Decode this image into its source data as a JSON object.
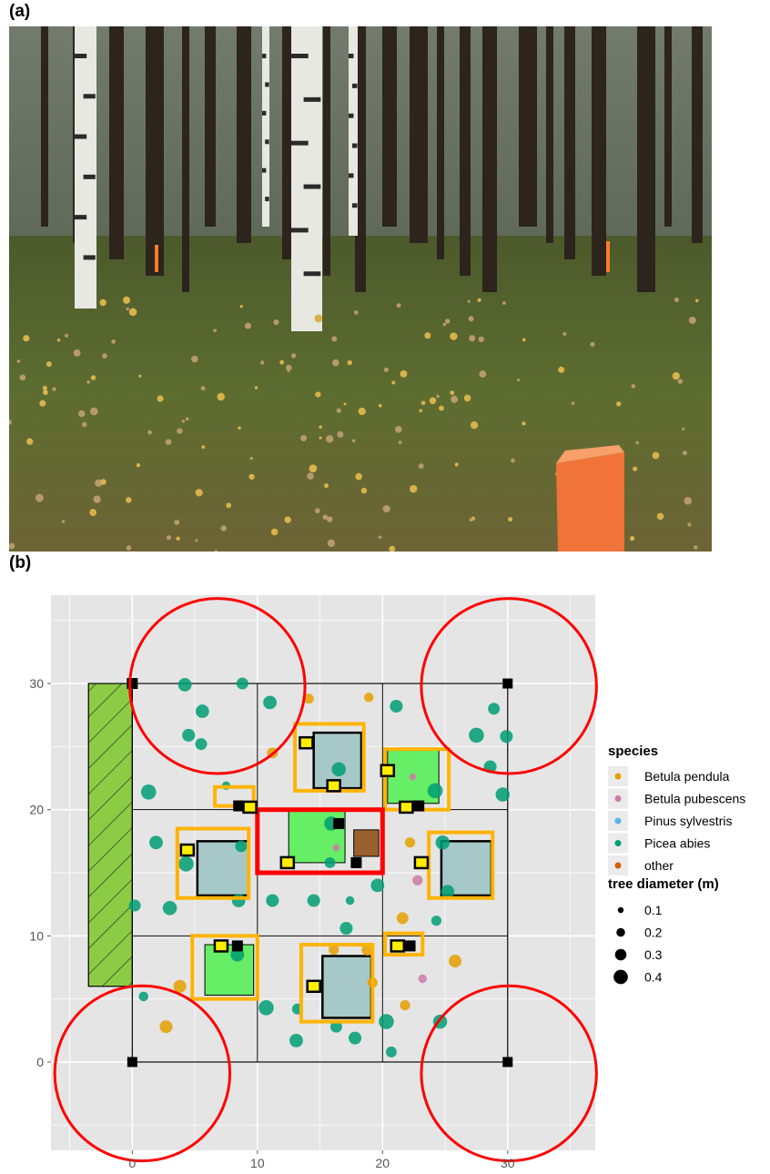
{
  "panels": {
    "a_label": "(a)",
    "b_label": "(b)"
  },
  "photo": {
    "subject": "spruce-birch forest plot with orange marker post"
  },
  "colors": {
    "panel_bg": "#e5e5e5",
    "grid": "#ffffff",
    "betula_pendula": "#e69f00",
    "betula_pubescens": "#cc79a7",
    "pinus_sylvestris": "#56b4e9",
    "picea_abies": "#009e73",
    "other": "#d55e00",
    "yellow_frame": "#ffb400",
    "red": "#ff0000",
    "light_green": "#66ee66",
    "blue_grey": "#a7c8c8",
    "hatched_green": "#8ccc44",
    "brown": "#9a6030"
  },
  "chart_data": {
    "type": "scatter",
    "title": "",
    "xlabel": "",
    "ylabel": "",
    "xlim": [
      -6.5,
      37
    ],
    "ylim": [
      -7,
      37
    ],
    "xticks": [
      0,
      10,
      20,
      30
    ],
    "yticks": [
      0,
      10,
      20,
      30
    ],
    "grid": true,
    "legend_position": "right",
    "legend": {
      "species_title": "species",
      "species": [
        {
          "name": "Betula pendula",
          "color_key": "betula_pendula"
        },
        {
          "name": "Betula pubescens",
          "color_key": "betula_pubescens"
        },
        {
          "name": "Pinus sylvestris",
          "color_key": "pinus_sylvestris"
        },
        {
          "name": "Picea abies",
          "color_key": "picea_abies"
        },
        {
          "name": "other",
          "color_key": "other"
        }
      ],
      "size_title": "tree diameter  (m)",
      "sizes": [
        0.1,
        0.2,
        0.3,
        0.4
      ],
      "size_labels": [
        "0.1",
        "0.2",
        "0.3",
        "0.4"
      ]
    },
    "plot_square": {
      "x": [
        0,
        30
      ],
      "y": [
        0,
        30
      ]
    },
    "inner_lines": {
      "x": [
        10,
        20
      ],
      "y": [
        10,
        20
      ]
    },
    "corner_markers": [
      [
        0,
        0
      ],
      [
        0,
        30
      ],
      [
        30,
        0
      ],
      [
        30,
        30
      ]
    ],
    "red_circles": [
      {
        "cx": 6.8,
        "cy": 29.8,
        "r": 7
      },
      {
        "cx": 30.1,
        "cy": 29.8,
        "r": 7
      },
      {
        "cx": 0.8,
        "cy": -0.9,
        "r": 7
      },
      {
        "cx": 30.1,
        "cy": -0.9,
        "r": 7
      }
    ],
    "hatched_area": {
      "x": [
        -3.5,
        0
      ],
      "y": [
        6,
        30
      ]
    },
    "red_frame": {
      "x": [
        10,
        20
      ],
      "y": [
        15,
        20
      ]
    },
    "yellow_frames": [
      {
        "x": [
          13,
          18.5
        ],
        "y": [
          21.5,
          26.8
        ]
      },
      {
        "x": [
          20.2,
          25.3
        ],
        "y": [
          20,
          24.8
        ]
      },
      {
        "x": [
          3.6,
          9.3
        ],
        "y": [
          13,
          18.5
        ]
      },
      {
        "x": [
          23.7,
          28.8
        ],
        "y": [
          13,
          18.2
        ]
      },
      {
        "x": [
          4.8,
          10
        ],
        "y": [
          5,
          10
        ]
      },
      {
        "x": [
          13.5,
          19.2
        ],
        "y": [
          3.2,
          9.3
        ]
      },
      {
        "x": [
          6.6,
          9.7
        ],
        "y": [
          20.3,
          21.8
        ]
      },
      {
        "x": [
          20.2,
          23.2
        ],
        "y": [
          8.5,
          10.2
        ]
      }
    ],
    "blue_squares": [
      {
        "x": [
          14.5,
          18.3
        ],
        "y": [
          21.7,
          26.1
        ]
      },
      {
        "x": [
          5.2,
          9.3
        ],
        "y": [
          13.2,
          17.5
        ]
      },
      {
        "x": [
          24.7,
          28.7
        ],
        "y": [
          13.2,
          17.5
        ]
      },
      {
        "x": [
          15.2,
          19.1
        ],
        "y": [
          3.5,
          8.4
        ]
      }
    ],
    "green_squares": [
      {
        "x": [
          20.4,
          24.5
        ],
        "y": [
          20.5,
          24.7
        ]
      },
      {
        "x": [
          12.5,
          17
        ],
        "y": [
          15.8,
          20
        ]
      },
      {
        "x": [
          5.8,
          9.7
        ],
        "y": [
          5.3,
          9.3
        ]
      }
    ],
    "brown_squares": [
      {
        "x": [
          17.7,
          19.7
        ],
        "y": [
          16.3,
          18.4
        ]
      }
    ],
    "yellow_boxes": [
      [
        13.9,
        25.3
      ],
      [
        20.4,
        23.1
      ],
      [
        4.4,
        16.8
      ],
      [
        23.1,
        15.8
      ],
      [
        12.4,
        15.8
      ],
      [
        9.4,
        20.2
      ],
      [
        16.1,
        21.9
      ],
      [
        21.9,
        20.2
      ],
      [
        7.1,
        9.2
      ],
      [
        21.2,
        9.2
      ],
      [
        14.5,
        6
      ]
    ],
    "black_marks": [
      [
        8.5,
        20.3
      ],
      [
        22.9,
        20.3
      ],
      [
        8.4,
        9.2
      ],
      [
        22.2,
        9.2
      ],
      [
        17.9,
        15.8
      ],
      [
        16.5,
        18.9
      ],
      [
        0,
        30
      ]
    ],
    "trees": [
      {
        "x": 4.2,
        "y": 29.9,
        "d": 0.3,
        "sp": "Picea abies"
      },
      {
        "x": 8.8,
        "y": 30,
        "d": 0.25,
        "sp": "Picea abies"
      },
      {
        "x": 5.6,
        "y": 27.8,
        "d": 0.3,
        "sp": "Picea abies"
      },
      {
        "x": 4.5,
        "y": 25.9,
        "d": 0.28,
        "sp": "Picea abies"
      },
      {
        "x": 5.5,
        "y": 25.2,
        "d": 0.25,
        "sp": "Picea abies"
      },
      {
        "x": 1.3,
        "y": 21.4,
        "d": 0.35,
        "sp": "Picea abies"
      },
      {
        "x": 11,
        "y": 28.5,
        "d": 0.3,
        "sp": "Picea abies"
      },
      {
        "x": 14.1,
        "y": 28.8,
        "d": 0.2,
        "sp": "Betula pendula"
      },
      {
        "x": 18.9,
        "y": 28.9,
        "d": 0.18,
        "sp": "Betula pendula"
      },
      {
        "x": 11.2,
        "y": 24.5,
        "d": 0.22,
        "sp": "Betula pendula"
      },
      {
        "x": 16.5,
        "y": 23.2,
        "d": 0.32,
        "sp": "Picea abies"
      },
      {
        "x": 21.1,
        "y": 28.2,
        "d": 0.28,
        "sp": "Picea abies"
      },
      {
        "x": 22.4,
        "y": 22.6,
        "d": 0.1,
        "sp": "Betula pubescens"
      },
      {
        "x": 24.2,
        "y": 21.5,
        "d": 0.35,
        "sp": "Picea abies"
      },
      {
        "x": 27.5,
        "y": 25.9,
        "d": 0.35,
        "sp": "Picea abies"
      },
      {
        "x": 28.6,
        "y": 23.4,
        "d": 0.28,
        "sp": "Picea abies"
      },
      {
        "x": 28.9,
        "y": 28,
        "d": 0.25,
        "sp": "Picea abies"
      },
      {
        "x": 29.9,
        "y": 25.8,
        "d": 0.28,
        "sp": "Picea abies"
      },
      {
        "x": 29.6,
        "y": 21.2,
        "d": 0.32,
        "sp": "Picea abies"
      },
      {
        "x": 7.5,
        "y": 21.9,
        "d": 0.15,
        "sp": "Picea abies"
      },
      {
        "x": 1.9,
        "y": 17.4,
        "d": 0.3,
        "sp": "Picea abies"
      },
      {
        "x": 4.3,
        "y": 15.7,
        "d": 0.35,
        "sp": "Picea abies"
      },
      {
        "x": 0.2,
        "y": 12.4,
        "d": 0.25,
        "sp": "Picea abies"
      },
      {
        "x": 3,
        "y": 12.2,
        "d": 0.32,
        "sp": "Picea abies"
      },
      {
        "x": 8.5,
        "y": 12.8,
        "d": 0.3,
        "sp": "Picea abies"
      },
      {
        "x": 8.7,
        "y": 17.1,
        "d": 0.25,
        "sp": "Picea abies"
      },
      {
        "x": 11.2,
        "y": 12.8,
        "d": 0.28,
        "sp": "Picea abies"
      },
      {
        "x": 14.5,
        "y": 12.8,
        "d": 0.28,
        "sp": "Picea abies"
      },
      {
        "x": 17.4,
        "y": 12.8,
        "d": 0.15,
        "sp": "Picea abies"
      },
      {
        "x": 17.1,
        "y": 10.6,
        "d": 0.28,
        "sp": "Picea abies"
      },
      {
        "x": 19.6,
        "y": 14,
        "d": 0.3,
        "sp": "Picea abies"
      },
      {
        "x": 15.8,
        "y": 15.8,
        "d": 0.22,
        "sp": "Picea abies"
      },
      {
        "x": 15.9,
        "y": 18.9,
        "d": 0.32,
        "sp": "Picea abies"
      },
      {
        "x": 16.3,
        "y": 17,
        "d": 0.1,
        "sp": "Betula pubescens"
      },
      {
        "x": 22.2,
        "y": 17.4,
        "d": 0.2,
        "sp": "Betula pendula"
      },
      {
        "x": 22.8,
        "y": 14.4,
        "d": 0.2,
        "sp": "Betula pubescens"
      },
      {
        "x": 21.6,
        "y": 11.4,
        "d": 0.25,
        "sp": "Betula pendula"
      },
      {
        "x": 24.8,
        "y": 17.4,
        "d": 0.32,
        "sp": "Picea abies"
      },
      {
        "x": 25.2,
        "y": 13.5,
        "d": 0.3,
        "sp": "Picea abies"
      },
      {
        "x": 24.3,
        "y": 11.2,
        "d": 0.2,
        "sp": "Picea abies"
      },
      {
        "x": 8.4,
        "y": 8.5,
        "d": 0.3,
        "sp": "Picea abies"
      },
      {
        "x": 3.8,
        "y": 6,
        "d": 0.28,
        "sp": "Betula pendula"
      },
      {
        "x": 0.9,
        "y": 5.2,
        "d": 0.18,
        "sp": "Picea abies"
      },
      {
        "x": 2.7,
        "y": 2.8,
        "d": 0.28,
        "sp": "Betula pendula"
      },
      {
        "x": 10.7,
        "y": 4.3,
        "d": 0.35,
        "sp": "Picea abies"
      },
      {
        "x": 13.2,
        "y": 4.2,
        "d": 0.22,
        "sp": "Picea abies"
      },
      {
        "x": 13.1,
        "y": 1.7,
        "d": 0.3,
        "sp": "Picea abies"
      },
      {
        "x": 16.3,
        "y": 2.8,
        "d": 0.25,
        "sp": "Picea abies"
      },
      {
        "x": 17.8,
        "y": 1.9,
        "d": 0.28,
        "sp": "Picea abies"
      },
      {
        "x": 16.1,
        "y": 8.9,
        "d": 0.2,
        "sp": "Betula pendula"
      },
      {
        "x": 18.8,
        "y": 8.9,
        "d": 0.25,
        "sp": "Betula pendula"
      },
      {
        "x": 19.2,
        "y": 6.3,
        "d": 0.2,
        "sp": "Betula pendula"
      },
      {
        "x": 20.3,
        "y": 3.2,
        "d": 0.35,
        "sp": "Picea abies"
      },
      {
        "x": 20.7,
        "y": 0.8,
        "d": 0.22,
        "sp": "Picea abies"
      },
      {
        "x": 21.8,
        "y": 4.5,
        "d": 0.2,
        "sp": "Betula pendula"
      },
      {
        "x": 23.2,
        "y": 6.6,
        "d": 0.15,
        "sp": "Betula pubescens"
      },
      {
        "x": 25.8,
        "y": 8,
        "d": 0.28,
        "sp": "Betula pendula"
      },
      {
        "x": 24.6,
        "y": 3.2,
        "d": 0.32,
        "sp": "Picea abies"
      }
    ]
  }
}
